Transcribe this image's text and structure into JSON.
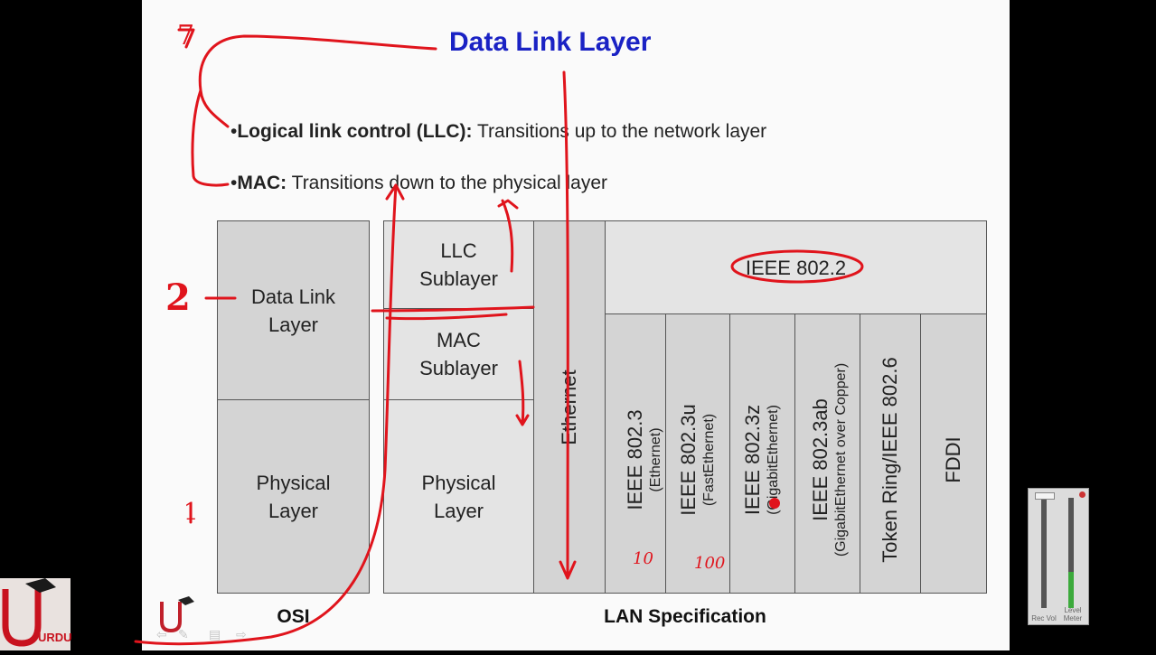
{
  "slide": {
    "title": "Data Link Layer",
    "bullets": [
      {
        "bold": "Logical link control (LLC):",
        "text": " Transitions up to the network layer"
      },
      {
        "bold": "MAC:",
        "text": " Transitions down to the physical layer"
      }
    ],
    "osi": {
      "caption": "OSI",
      "data_link": "Data Link Layer",
      "physical": "Physical Layer"
    },
    "lan": {
      "caption": "LAN Specification",
      "llc": "LLC Sublayer",
      "mac": "MAC Sublayer",
      "physical": "Physical Layer",
      "ethernet": "Ethernet",
      "ieee8022": "IEEE 802.2",
      "specs": [
        {
          "main": "IEEE 802.3",
          "sub": "(Ethernet)"
        },
        {
          "main": "IEEE 802.3u",
          "sub": "(FastEthernet)"
        },
        {
          "main": "IEEE 802.3z",
          "sub": "(GigabitEthernet)"
        },
        {
          "main": "IEEE 802.3ab",
          "sub": "(GigabitEthernet over Copper)"
        },
        {
          "main": "Token Ring/IEEE 802.6",
          "sub": ""
        },
        {
          "main": "FDDI",
          "sub": ""
        }
      ]
    }
  },
  "annotations": {
    "layer7": "7",
    "layer2": "2",
    "layer1": "1",
    "speed10": "10",
    "speed100": "100",
    "ink_color": "#e0141c"
  },
  "logo": {
    "text": "URDU"
  },
  "meter": {
    "labels": [
      "Rec Vol",
      "Level Meter"
    ]
  }
}
